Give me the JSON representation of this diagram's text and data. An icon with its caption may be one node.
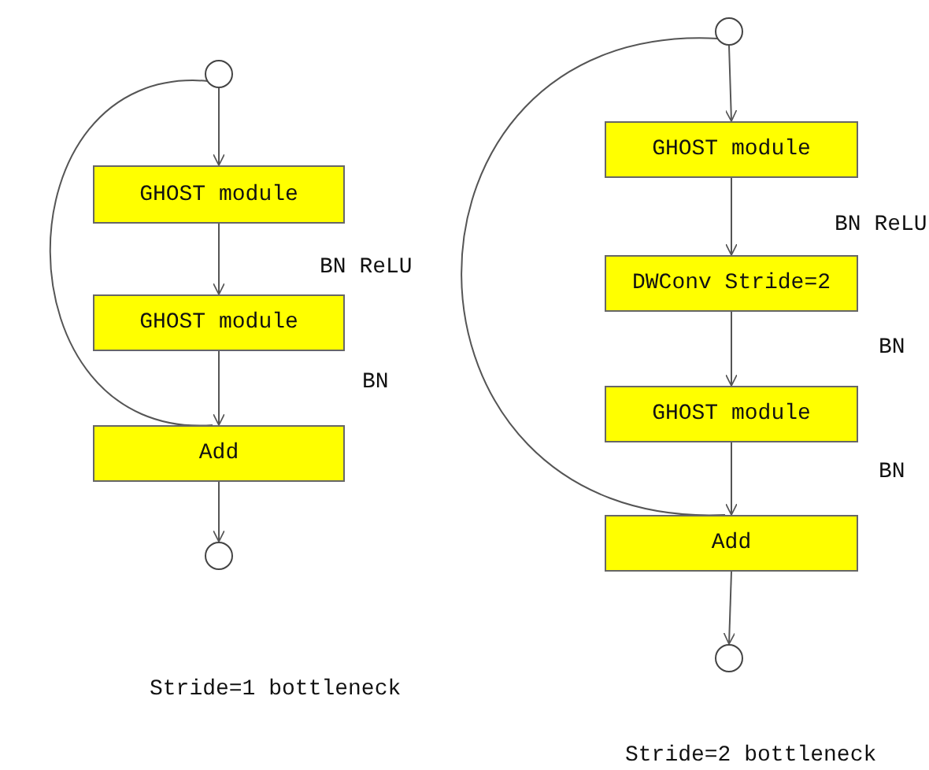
{
  "diagram": {
    "nodes": [
      {
        "text": [],
        "shape": "circle"
      },
      {
        "text": [
          "GHOST module"
        ]
      },
      {
        "text": [
          "GHOST module"
        ]
      },
      {
        "text": [
          "Add"
        ]
      },
      {
        "text": [],
        "shape": "circle"
      },
      {
        "text": [],
        "shape": "circle"
      },
      {
        "text": [
          "GHOST module"
        ]
      },
      {
        "text": [
          "DWConv Stride=2"
        ]
      },
      {
        "text": [
          "GHOST module"
        ]
      },
      {
        "text": [
          "Add"
        ]
      },
      {
        "text": [],
        "shape": "circle"
      }
    ],
    "edges": [
      {
        "from": 0,
        "to": 1,
        "arrow": "to"
      },
      {
        "from": 1,
        "to": 2,
        "arrow": "to"
      },
      {
        "from": 2,
        "to": 3,
        "arrow": "to"
      },
      {
        "from": 3,
        "to": 4,
        "arrow": "to"
      },
      {
        "from": 0,
        "to": 3,
        "arrow": "none"
      },
      {
        "from": 5,
        "to": 6,
        "arrow": "to"
      },
      {
        "from": 6,
        "to": 7,
        "arrow": "to"
      },
      {
        "from": 7,
        "to": 8,
        "arrow": "to"
      },
      {
        "from": 8,
        "to": 9,
        "arrow": "to"
      },
      {
        "from": 9,
        "to": 10,
        "arrow": "to"
      },
      {
        "from": 5,
        "to": 9,
        "arrow": "none"
      }
    ],
    "labels": [
      "BN ReLU",
      "BN",
      "Stride=1 bottleneck",
      "BN ReLU",
      "BN",
      "BN",
      "Stride=2 bottleneck"
    ]
  }
}
